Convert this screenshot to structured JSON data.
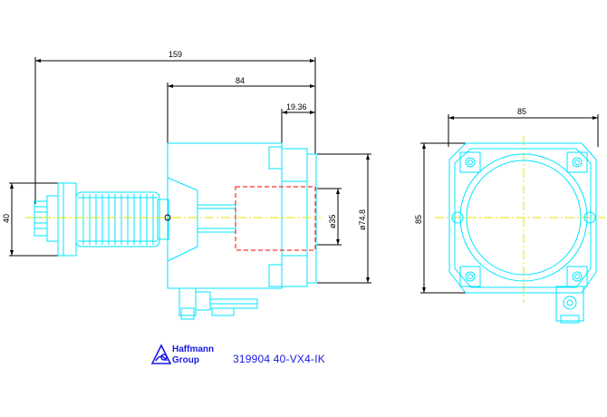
{
  "dimensions": {
    "overall_length": "159",
    "body_length": "84",
    "flange_thickness": "19.36",
    "side_height": "40",
    "bore_diameter": "ø35",
    "flange_diameter": "ø74.8",
    "end_width": "85",
    "end_height": "85"
  },
  "logo": {
    "line1": "Haffmann",
    "line2": "Group"
  },
  "part_number": "319904 40-VX4-IK",
  "colors": {
    "outline": "#00e5ff",
    "dimension": "#000000",
    "centerline": "#e6e600",
    "hidden": "#ff0000",
    "text_blue": "#1a1ae6"
  },
  "icons": {
    "logo_mark": "triangle-logo-icon"
  }
}
